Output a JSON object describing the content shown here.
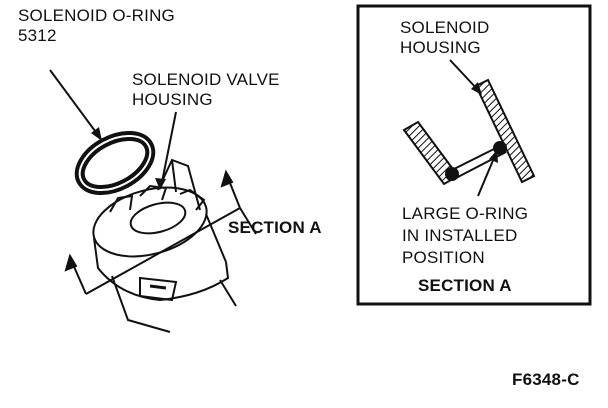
{
  "labels": {
    "oring_name": "SOLENOID O-RING",
    "oring_number": "5312",
    "valve_housing_line1": "SOLENOID VALVE",
    "valve_housing_line2": "HOUSING",
    "section_a_callout": "SECTION A",
    "inset_housing_line1": "SOLENOID",
    "inset_housing_line2": "HOUSING",
    "large_oring_line1": "LARGE O-RING",
    "large_oring_line2": "IN INSTALLED",
    "large_oring_line3": "POSITION",
    "inset_title": "SECTION A",
    "figure_id": "F6348-C"
  }
}
